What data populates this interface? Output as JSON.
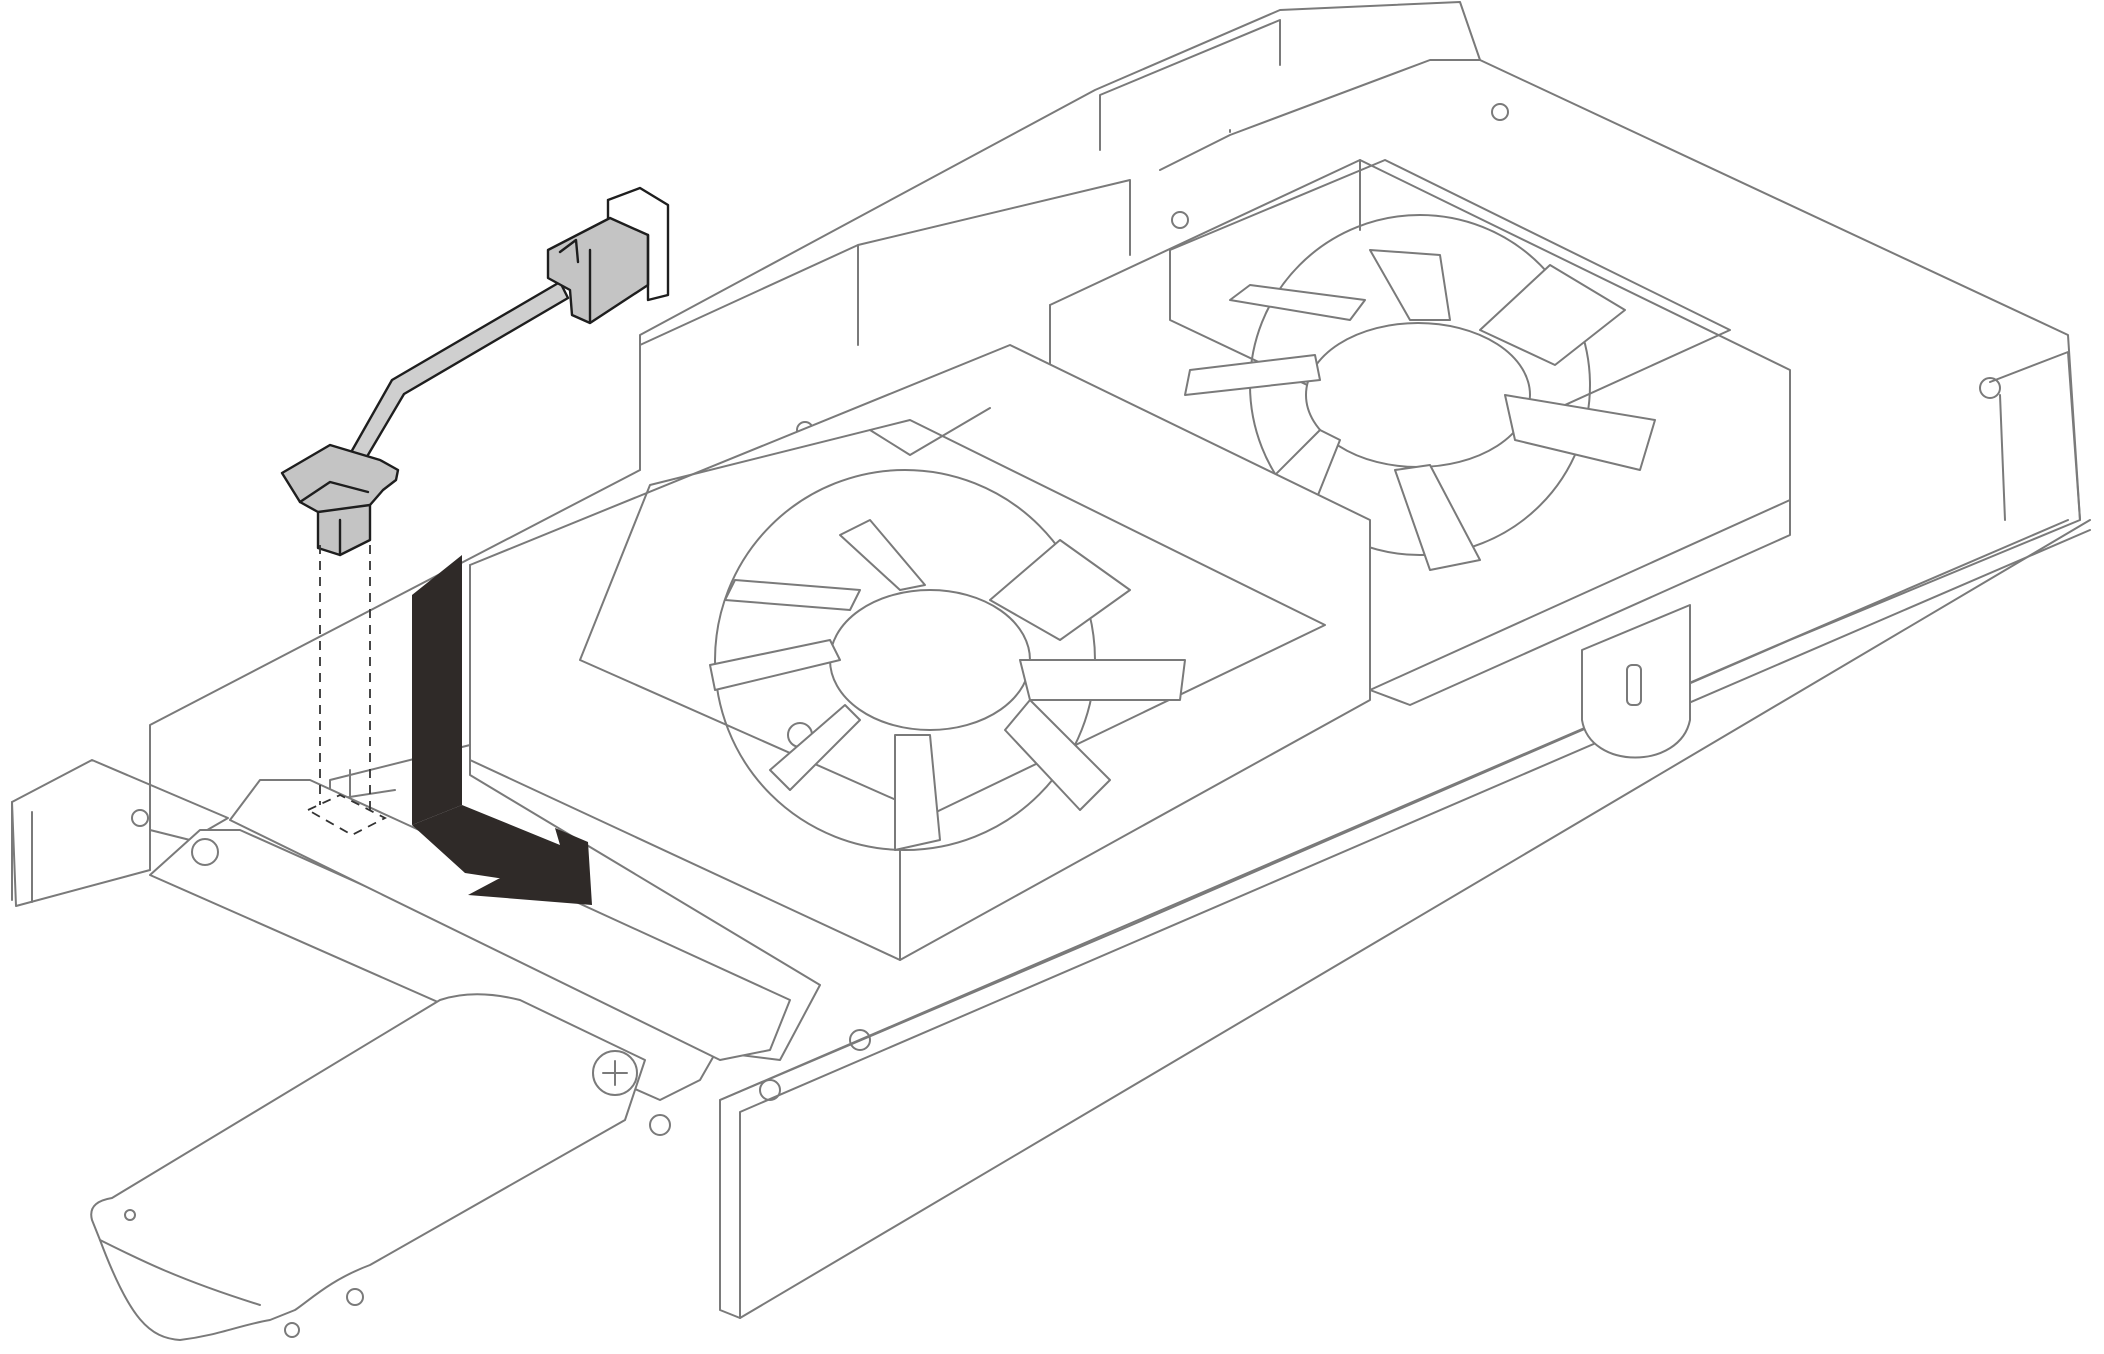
{
  "colors": {
    "line": "#7a7a7a",
    "dark_outline": "#1e1e1e",
    "arrow_fill": "#2f2a28",
    "cable_fill": "#cfcfcf",
    "connector_fill": "#c4c4c4",
    "background": "#ffffff"
  },
  "steps": [
    {
      "action": "lower-into-slot",
      "direction": "down"
    },
    {
      "action": "slide-to-lock",
      "direction": "forward-right"
    }
  ]
}
